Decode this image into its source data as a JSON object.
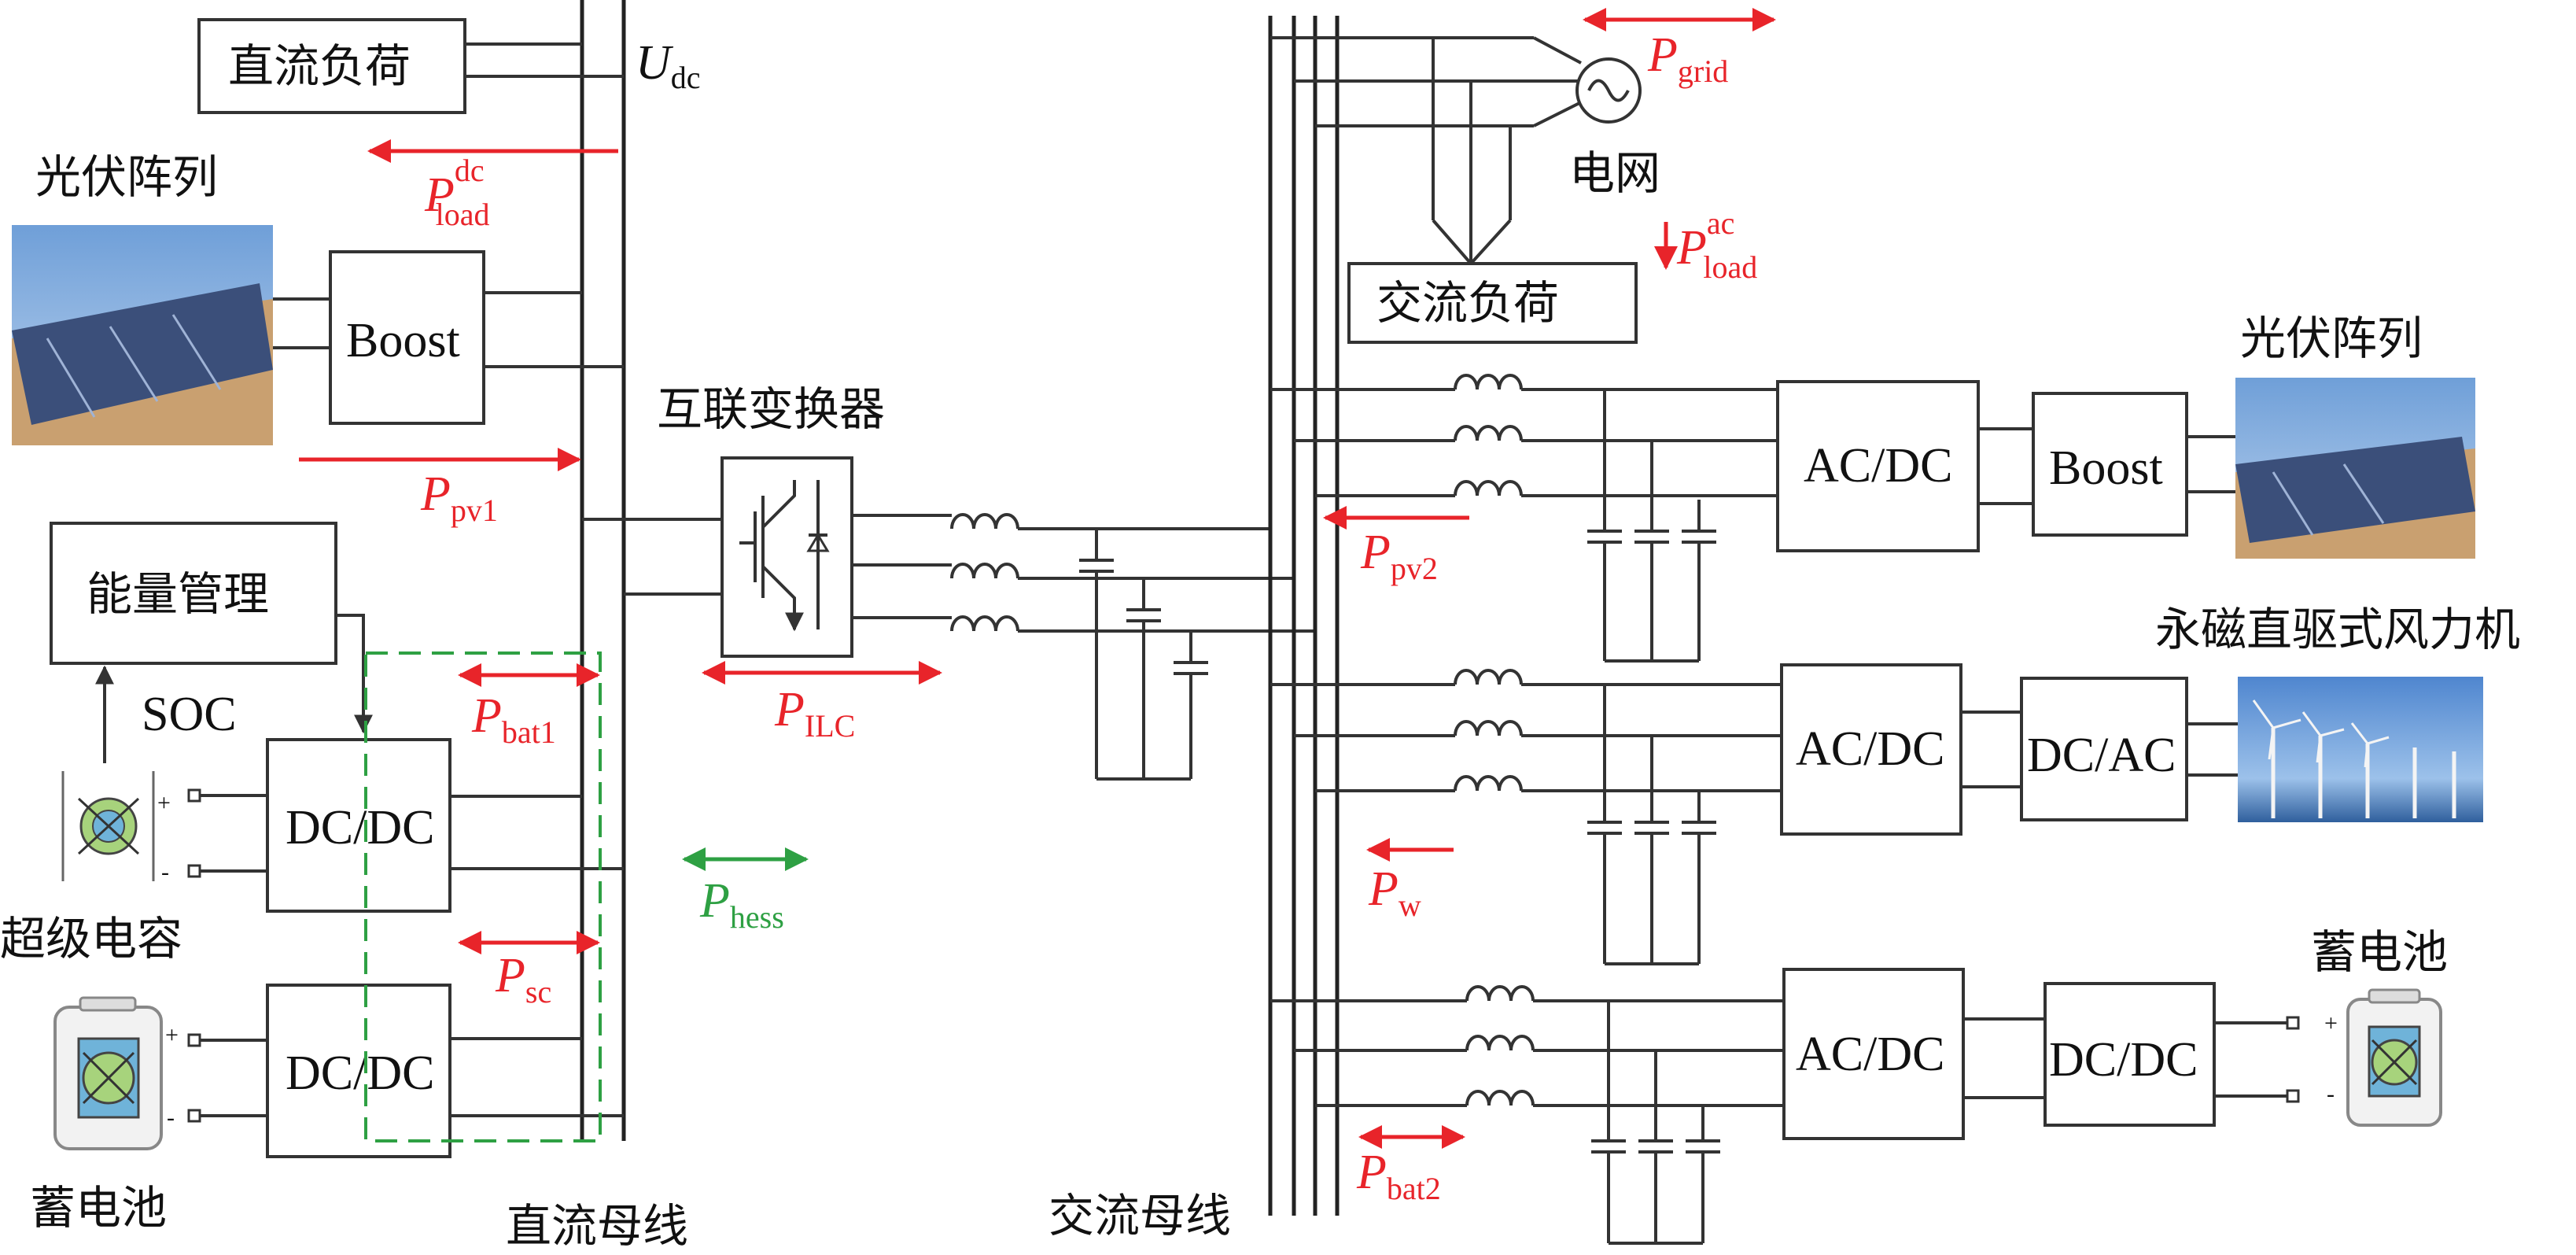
{
  "labels": {
    "dc_load": "直流负荷",
    "pv_array_left": "光伏阵列",
    "boost_left": "Boost",
    "energy_mgmt": "能量管理",
    "soc": "SOC",
    "supercap": "超级电容",
    "dcdc_top": "DC/DC",
    "dcdc_bottom": "DC/DC",
    "battery_left": "蓄电池",
    "dc_bus": "直流母线",
    "ilc": "互联变换器",
    "ac_bus": "交流母线",
    "grid": "电网",
    "ac_load": "交流负荷",
    "pv_array_right": "光伏阵列",
    "acdc_1": "AC/DC",
    "boost_right": "Boost",
    "wind": "永磁直驱式风力机",
    "acdc_2": "AC/DC",
    "dcac": "DC/AC",
    "battery_right": "蓄电池",
    "acdc_3": "AC/DC",
    "dcdc_right": "DC/DC",
    "plus": "+",
    "minus": "-"
  },
  "udc": {
    "main": "U",
    "sub": "dc"
  },
  "flows": {
    "p_load_dc": {
      "main": "P",
      "sub": "load",
      "sup": "dc"
    },
    "p_pv1": {
      "main": "P",
      "sub": "pv1"
    },
    "p_bat1": {
      "main": "P",
      "sub": "bat1"
    },
    "p_sc": {
      "main": "P",
      "sub": "sc"
    },
    "p_ilc": {
      "main": "P",
      "sub": "ILC"
    },
    "p_hess": {
      "main": "P",
      "sub": "hess"
    },
    "p_grid": {
      "main": "P",
      "sub": "grid"
    },
    "p_load_ac": {
      "main": "P",
      "sub": "load",
      "sup": "ac"
    },
    "p_pv2": {
      "main": "P",
      "sub": "pv2"
    },
    "p_w": {
      "main": "P",
      "sub": "w"
    },
    "p_bat2": {
      "main": "P",
      "sub": "bat2"
    }
  },
  "colors": {
    "flow_red": "#e8242a",
    "flow_green": "#2ea043",
    "line": "#333333"
  }
}
